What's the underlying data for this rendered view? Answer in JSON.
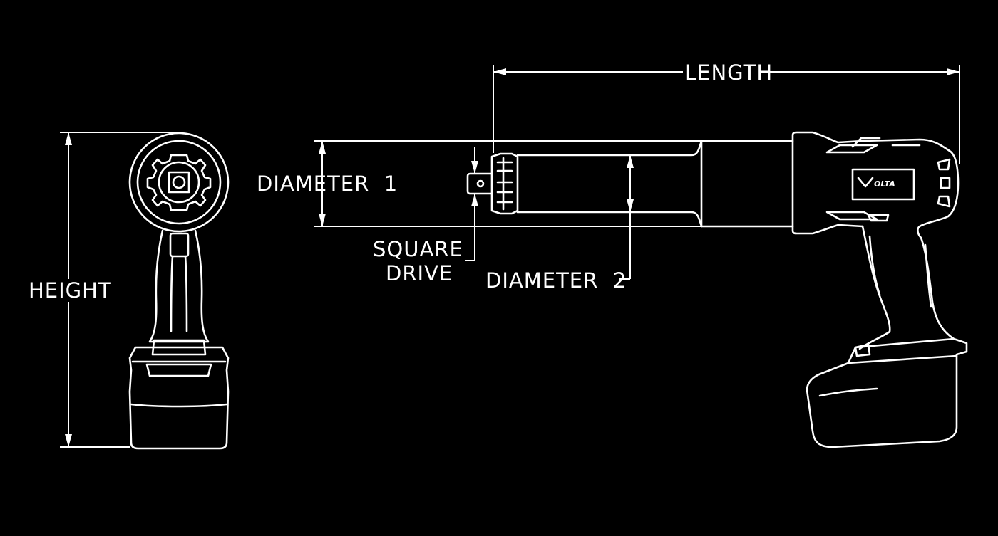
{
  "labels": {
    "length": "LENGTH",
    "height": "HEIGHT",
    "diameter_1": "DIAMETER  1",
    "diameter_2": "DIAMETER  2",
    "square_drive_line1": "SQUARE",
    "square_drive_line2": "DRIVE"
  },
  "brand": {
    "logo_text": "OLTA"
  },
  "colors": {
    "background": "#000000",
    "line": "#ffffff"
  }
}
